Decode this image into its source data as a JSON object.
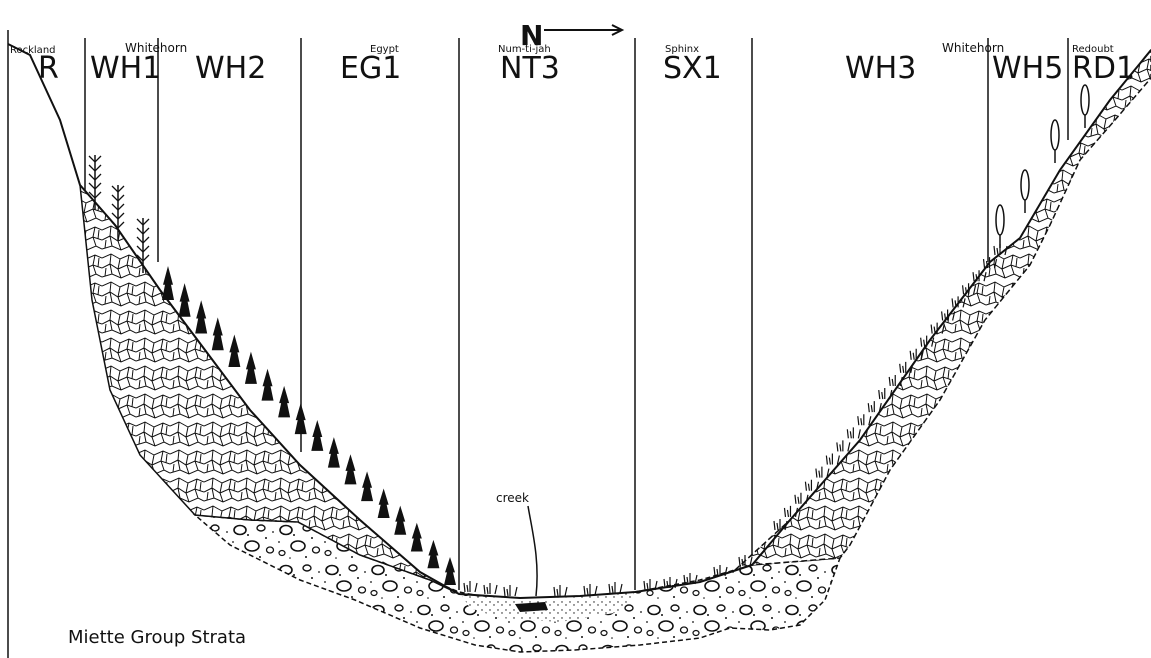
{
  "direction": {
    "letter": "N",
    "arrow_icon": "arrow-right-icon"
  },
  "zones": [
    {
      "code": "R",
      "name": "Rockland"
    },
    {
      "code": "WH1",
      "name": "Whitehorn"
    },
    {
      "code": "WH2",
      "name": ""
    },
    {
      "code": "EG1",
      "name": "Egypt"
    },
    {
      "code": "NT3",
      "name": "Num-ti-jah"
    },
    {
      "code": "SX1",
      "name": "Sphinx"
    },
    {
      "code": "WH3",
      "name": ""
    },
    {
      "code": "WH5",
      "name": "Whitehorn"
    },
    {
      "code": "RD1",
      "name": "Redoubt"
    }
  ],
  "labels": {
    "creek": "creek",
    "strata": "Miette Group Strata"
  },
  "colors": {
    "ink": "#111111",
    "paper": "#ffffff"
  }
}
